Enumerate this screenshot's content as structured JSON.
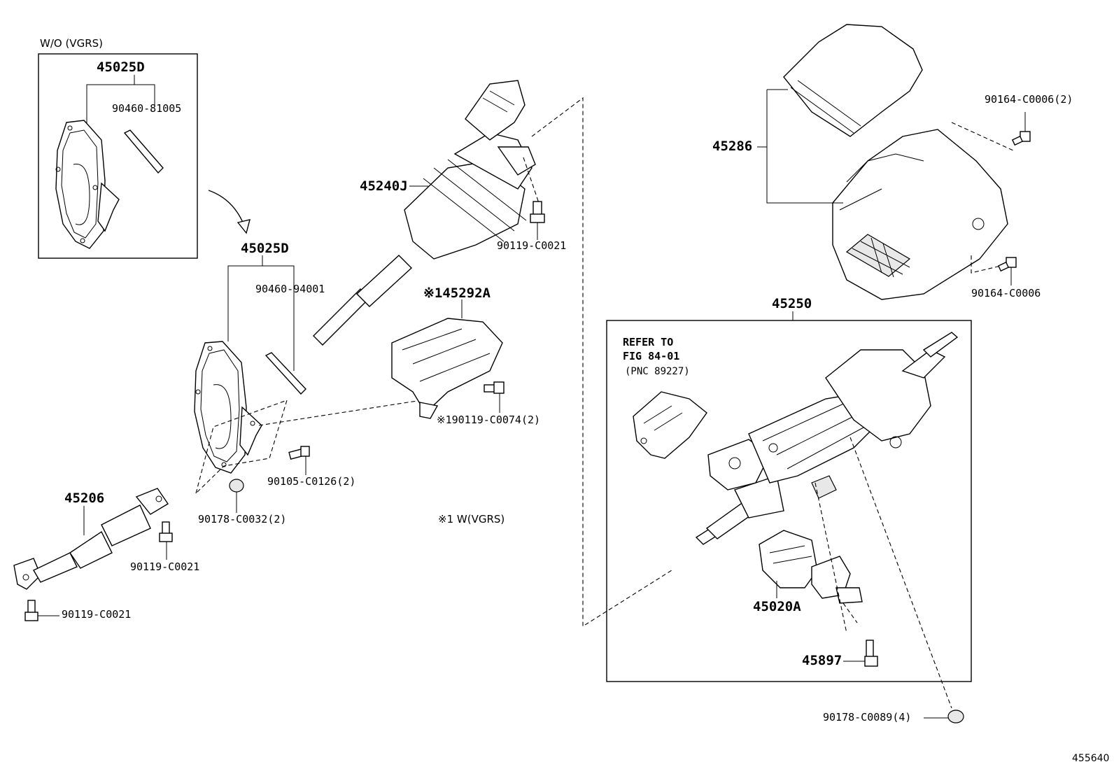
{
  "diagram": {
    "inset_title": "W/O (VGRS)",
    "note_vgrs": "※1 W(VGRS)",
    "figure_id": "455640",
    "refer_note": {
      "line1": "REFER TO",
      "line2": "FIG 84-01",
      "line3": "(PNC 89227)"
    },
    "labels": {
      "p45025D_top": "45025D",
      "p90460_81005": "90460-81005",
      "p45025D_mid": "45025D",
      "p90460_94001": "90460-94001",
      "p45240J": "45240J",
      "p90119_C0021_a": "90119-C0021",
      "p45292A": "※145292A",
      "p90119_C0074": "※190119-C0074(2)",
      "p90105_C0126": "90105-C0126(2)",
      "p90178_C0032": "90178-C0032(2)",
      "p45206": "45206",
      "p90119_C0021_b": "90119-C0021",
      "p90119_C0021_c": "90119-C0021",
      "p45286": "45286",
      "p90164_C0006_2": "90164-C0006(2)",
      "p90164_C0006": "90164-C0006",
      "p45250": "45250",
      "p45020A": "45020A",
      "p45897": "45897",
      "p90178_C0089": "90178-C0089(4)"
    }
  }
}
